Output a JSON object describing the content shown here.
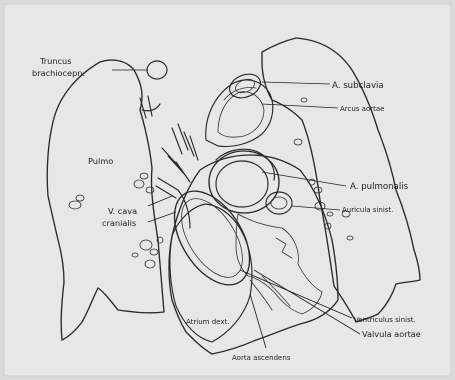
{
  "labels": {
    "truncus_1": "Truncus",
    "truncus_2": "brachiocepn.",
    "a_subclavia": "A. subclavia",
    "arcus_aortae": "Arcus aortae",
    "pulmo": "Pulmo",
    "vcava_1": "V. cava",
    "vcava_2": "cranialis",
    "a_pulmonalis": "A. pulmonalis",
    "auricula": "Auricula sinist.",
    "atrium": "Atrium dext.",
    "ventriculus": "Ventriculus sinist.",
    "valvula": "Valvula aortae",
    "aorta_ascendens": "Aorta ascendens"
  },
  "colors": {
    "background": "#d9d9d7",
    "ink": "#2a2a2a"
  }
}
